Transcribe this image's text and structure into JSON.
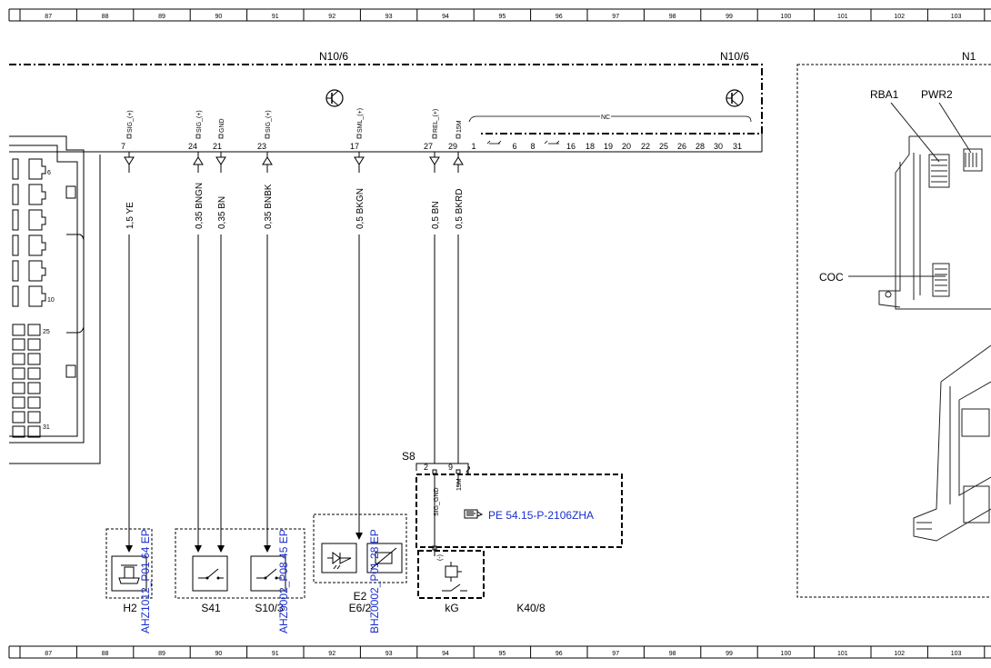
{
  "grid_numbers": [
    "87",
    "88",
    "89",
    "90",
    "91",
    "92",
    "93",
    "94",
    "95",
    "96",
    "97",
    "98",
    "99",
    "100",
    "101",
    "102",
    "103"
  ],
  "module_left_label": "N10/6",
  "module_right_label": "N10/6",
  "right_panel_label": "N1",
  "pins": [
    {
      "num": "7",
      "signal": "SIG_(+)",
      "wire": "1,5 YE"
    },
    {
      "num": "24",
      "signal": "SIG_(+)",
      "wire": "0,35 BNGN"
    },
    {
      "num": "21",
      "signal": "GND",
      "wire": "0,35 BN"
    },
    {
      "num": "23",
      "signal": "SIG_(+)",
      "wire": "0,35 BNBK"
    },
    {
      "num": "17",
      "signal": "SML_(+)",
      "wire": "0,5 BKGN"
    },
    {
      "num": "27",
      "signal": "REL_(+)",
      "wire": "0,5 BN"
    },
    {
      "num": "29",
      "signal": "15M",
      "wire": "0,5 BKRD"
    }
  ],
  "nc_label": "NC",
  "nc_pins": [
    "1",
    "6",
    "8",
    "16",
    "18",
    "19",
    "20",
    "22",
    "25",
    "26",
    "28",
    "30",
    "31"
  ],
  "connector_numbers": [
    "6",
    "10",
    "25",
    "31"
  ],
  "components": {
    "h2": {
      "label": "H2",
      "ref": "AHZ1012_P01 64 EP"
    },
    "s41": {
      "label": "S41"
    },
    "s10": {
      "label": "S10/3",
      "ref": "AHZ9002_P08 45 EP"
    },
    "e2": {
      "label": "E2",
      "ref": "BHZ0002_P01 28 EP"
    },
    "e6": {
      "label": "E6/2"
    },
    "kg": {
      "label": "kG"
    },
    "k40": {
      "label": "K40/8"
    },
    "s8": {
      "label": "S8",
      "pin_a": "2",
      "pin_b": "9",
      "sig_a": "SIG_GND",
      "sig_b": "15M",
      "minus": "(-)"
    }
  },
  "pe_ref": "PE 54.15-P-2106ZHA",
  "photo_labels": {
    "rba1": "RBA1",
    "pwr2": "PWR2",
    "coc": "COC"
  }
}
